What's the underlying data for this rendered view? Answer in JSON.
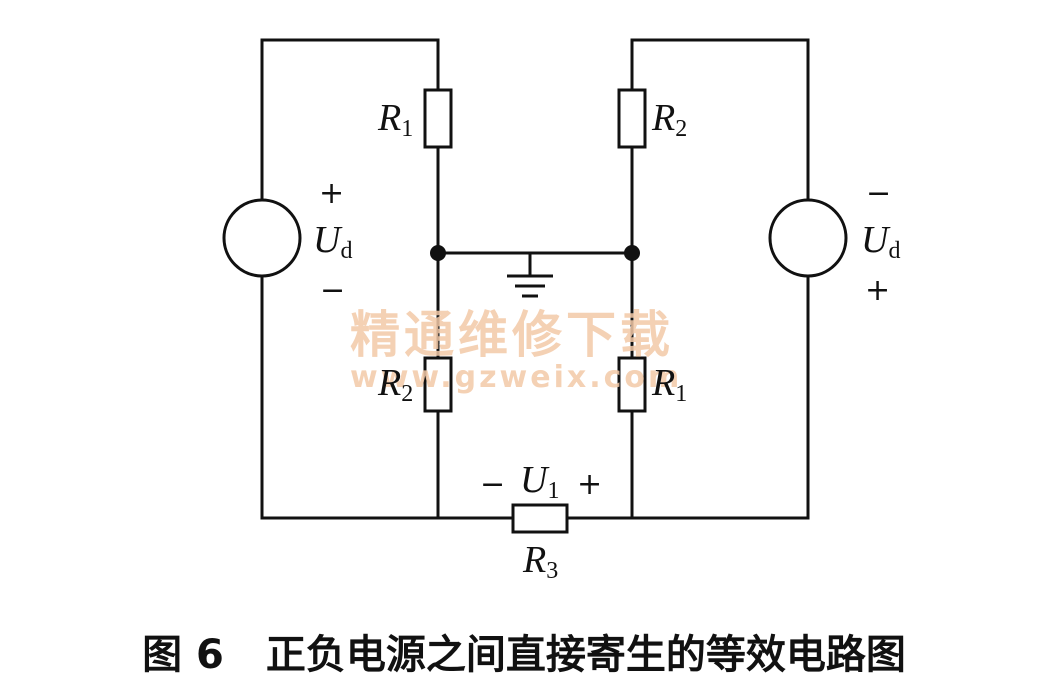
{
  "labels": {
    "r1_top": "R",
    "r1_top_sub": "1",
    "r2_top": "R",
    "r2_top_sub": "2",
    "r2_bottom": "R",
    "r2_bottom_sub": "2",
    "r1_bottom": "R",
    "r1_bottom_sub": "1",
    "r3": "R",
    "r3_sub": "3",
    "ud_left": "U",
    "ud_left_sub": "d",
    "ud_right": "U",
    "ud_right_sub": "d",
    "u1": "U",
    "u1_sub": "1"
  },
  "signs": {
    "left_plus": "+",
    "left_minus": "−",
    "right_minus": "−",
    "right_plus": "+",
    "u1_minus": "−",
    "u1_plus": "+"
  },
  "watermark": {
    "chinese": "精通维修下载",
    "url": "www.gzweix.com"
  },
  "caption": {
    "figure_number": "图 6",
    "title": "正负电源之间直接寄生的等效电路图"
  }
}
